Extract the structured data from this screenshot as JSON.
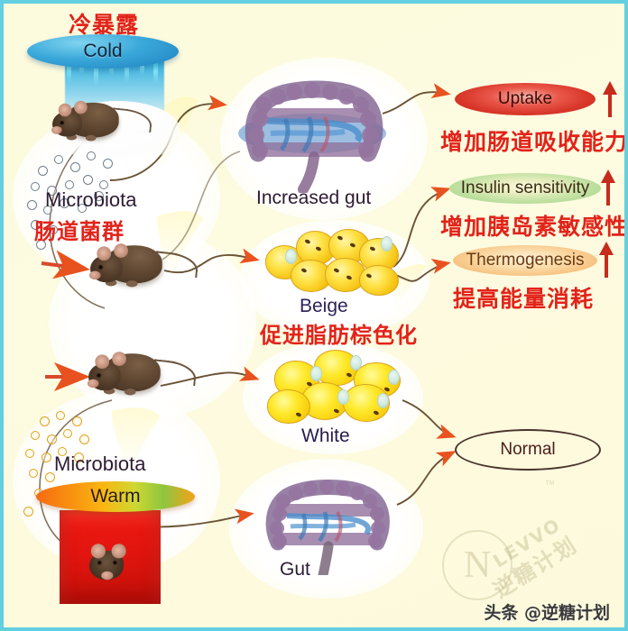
{
  "figure": {
    "title_cn": "冷暴露",
    "background_color": "#fdfbe0",
    "border_color": "#63cfe0"
  },
  "conditions": {
    "cold": {
      "disc_label": "Cold",
      "heading_cn": "冷暴露",
      "microbiota_label": "Microbiota",
      "microbiota_label_cn": "肠道菌群",
      "disc_color": "#2f9fd4",
      "dot_color": "#6f7f8c"
    },
    "warm": {
      "disc_label": "Warm",
      "microbiota_label": "Microbiota",
      "disc_color": "#f59a12",
      "dot_color": "#e0a219"
    }
  },
  "organs": {
    "increased_gut": "Increased gut",
    "gut": "Gut",
    "beige": "Beige",
    "beige_cn": "促进脂肪棕色化",
    "white": "White"
  },
  "outcomes": [
    {
      "label": "Uptake",
      "caption_cn": "增加肠道吸收能力",
      "arrow": "up",
      "color": "#d8372a"
    },
    {
      "label": "Insulin sensitivity",
      "caption_cn": "增加胰岛素敏感性",
      "arrow": "up",
      "color": "#9ed389"
    },
    {
      "label": "Thermogenesis",
      "caption_cn": "提高能量消耗",
      "arrow": "up",
      "color": "#f2ab5c"
    }
  ],
  "normal": {
    "label": "Normal"
  },
  "watermark": {
    "brand": "LEVVO",
    "brand_cn": "逆糖计划",
    "mark": "N",
    "tm": "™"
  },
  "footer": {
    "credit": "头条 @逆糖计划"
  }
}
